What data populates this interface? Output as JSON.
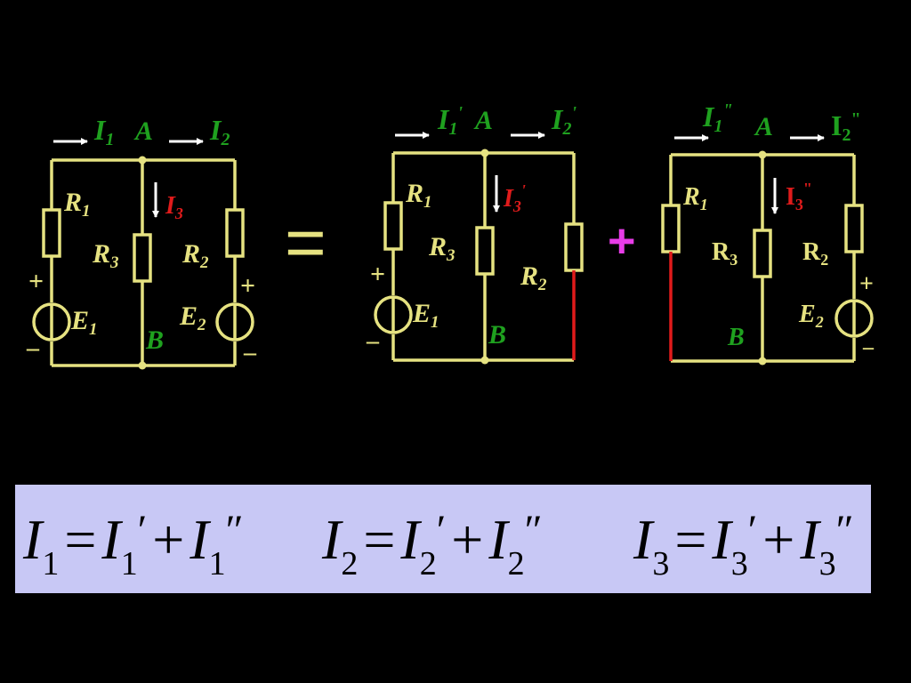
{
  "circuit_full": {
    "I1": "I",
    "I1_sub": "1",
    "A": "A",
    "I2": "I",
    "I2_sub": "2",
    "I3": "I",
    "I3_sub": "3",
    "B": "B",
    "R1": "R",
    "R1_sub": "1",
    "R2": "R",
    "R2_sub": "2",
    "R3": "R",
    "R3_sub": "3",
    "E1": "E",
    "E1_sub": "1",
    "E2": "E",
    "E2_sub": "2",
    "plus": "+",
    "minus": "–"
  },
  "equals_sign": "=",
  "plus_sign": "+",
  "circuit_e1": {
    "I1": "I",
    "I1_sub": "1",
    "I1_mark": "'",
    "A": "A",
    "I2": "I",
    "I2_sub": "2",
    "I2_mark": "'",
    "I3": "I",
    "I3_sub": "3",
    "I3_mark": "'",
    "B": "B",
    "R1": "R",
    "R1_sub": "1",
    "R3": "R",
    "R3_sub": "3",
    "R2": "R",
    "R2_sub": "2",
    "E1": "E",
    "E1_sub": "1",
    "plus": "+",
    "minus": "–"
  },
  "circuit_e2": {
    "I1": "I",
    "I1_sub": "1",
    "I1_mark": "\"",
    "A": "A",
    "I2": "I",
    "I2_sub": "2",
    "I2_mark": "\"",
    "I3": "I",
    "I3_sub": "3",
    "I3_mark": "\"",
    "B": "B",
    "R1": "R",
    "R1_sub": "1",
    "R3": "R",
    "R3_sub": "3",
    "R2": "R",
    "R2_sub": "2",
    "E2": "E",
    "E2_sub": "2",
    "plus": "+",
    "minus": "–"
  },
  "formulas": [
    {
      "lhs": "I",
      "lhs_sub": "1",
      "eq": "=",
      "a": "I",
      "a_sub": "1",
      "a_mark": "′",
      "plus": "+",
      "b": "I",
      "b_sub": "1",
      "b_mark": "″"
    },
    {
      "lhs": "I",
      "lhs_sub": "2",
      "eq": "=",
      "a": "I",
      "a_sub": "2",
      "a_mark": "′",
      "plus": "+",
      "b": "I",
      "b_sub": "2",
      "b_mark": "″"
    },
    {
      "lhs": "I",
      "lhs_sub": "3",
      "eq": "=",
      "a": "I",
      "a_sub": "3",
      "a_mark": "′",
      "plus": "+",
      "b": "I",
      "b_sub": "3",
      "b_mark": "″"
    }
  ],
  "colors": {
    "wire": "#e6e281",
    "label_green": "#1fa11f",
    "label_red": "#e01b1b",
    "plus_magenta": "#e83ce8",
    "formula_bg": "#c8c8f5"
  }
}
